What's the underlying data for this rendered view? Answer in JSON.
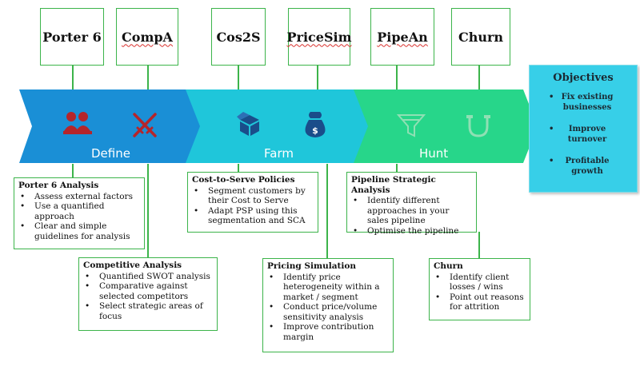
{
  "top_boxes": [
    {
      "label": "Porter 6",
      "wavy": false
    },
    {
      "label": "CompA",
      "wavy": true
    },
    {
      "label": "Cos2S",
      "wavy": false
    },
    {
      "label": "PriceSim",
      "wavy": true
    },
    {
      "label": "PipeAn",
      "wavy": true
    },
    {
      "label": "Churn",
      "wavy": false
    }
  ],
  "stages": [
    {
      "label": "Define",
      "color": "#1a8fd6"
    },
    {
      "label": "Farm",
      "color": "#1fc6da"
    },
    {
      "label": "Hunt",
      "color": "#27d68a"
    }
  ],
  "icons": [
    "people-icon",
    "crossed-swords-icon",
    "open-box-icon",
    "money-bag-icon",
    "funnel-icon",
    "magnet-icon"
  ],
  "objectives": {
    "title": "Objectives",
    "items": [
      "Fix existing businesses",
      "Improve turnover",
      "Profitable growth"
    ]
  },
  "cards": {
    "porter": {
      "title": "Porter 6 Analysis",
      "items": [
        "Assess external factors",
        "Use a quantified approach",
        "Clear and simple guidelines for analysis"
      ]
    },
    "competitive": {
      "title": "Competitive Analysis",
      "items": [
        "Quantified SWOT analysis",
        "Comparative against selected competitors",
        "Select strategic areas of focus"
      ]
    },
    "cost": {
      "title": "Cost-to-Serve Policies",
      "items": [
        "Segment customers by their Cost to Serve",
        "Adapt PSP using this segmentation and SCA"
      ]
    },
    "pricing": {
      "title": "Pricing Simulation",
      "items": [
        "Identify price heterogeneity within a market / segment",
        "Conduct price/volume sensitivity analysis",
        "Improve contribution margin"
      ]
    },
    "pipeline": {
      "title": "Pipeline Strategic Analysis",
      "items": [
        "Identify different approaches in your sales pipeline",
        "Optimise the pipeline"
      ]
    },
    "churn": {
      "title": "Churn",
      "items": [
        "Identify client losses / wins",
        "Point out reasons for attrition"
      ]
    }
  }
}
